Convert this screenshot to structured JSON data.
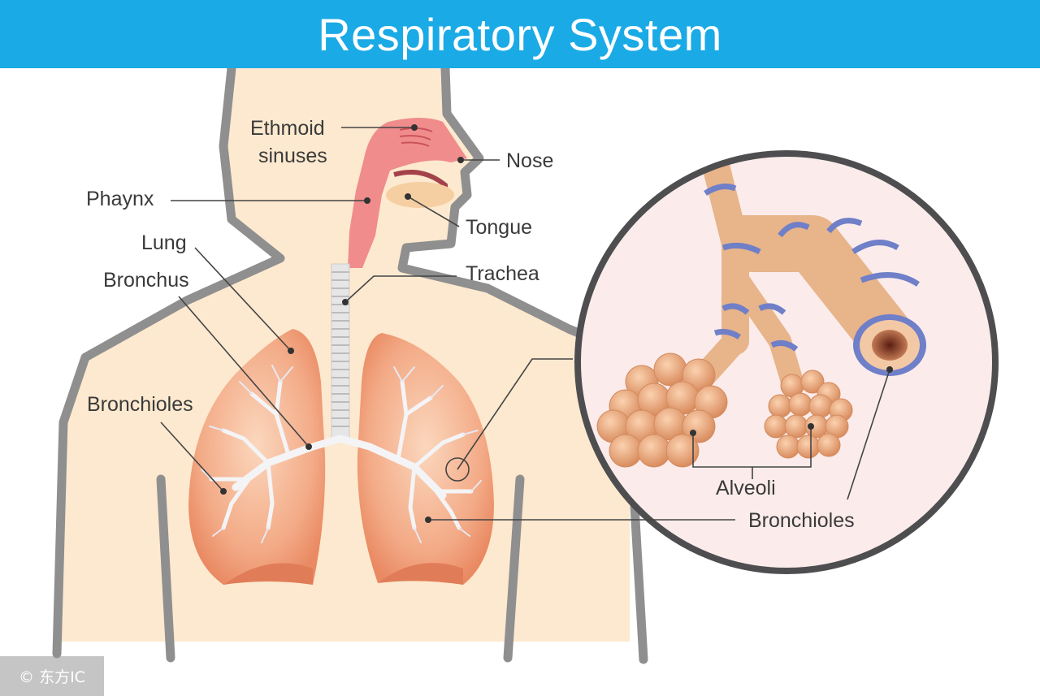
{
  "title": "Respiratory System",
  "labels": {
    "ethmoid_line1": "Ethmoid",
    "ethmoid_line2": "sinuses",
    "nose": "Nose",
    "phaynx": "Phaynx",
    "tongue": "Tongue",
    "lung": "Lung",
    "trachea": "Trachea",
    "bronchus": "Bronchus",
    "bronchioles_left": "Bronchioles",
    "alveoli": "Alveoli",
    "bronchioles_right": "Bronchioles"
  },
  "watermark": "© 东方IC",
  "colors": {
    "header": "#1aaae6",
    "skin": "#fde9cf",
    "outline": "#8f8f8f",
    "airway": "#f08c8c",
    "lung": "#f0a079",
    "bronchiole_tube": "#e8b48a",
    "ring": "#6f7fc8"
  }
}
